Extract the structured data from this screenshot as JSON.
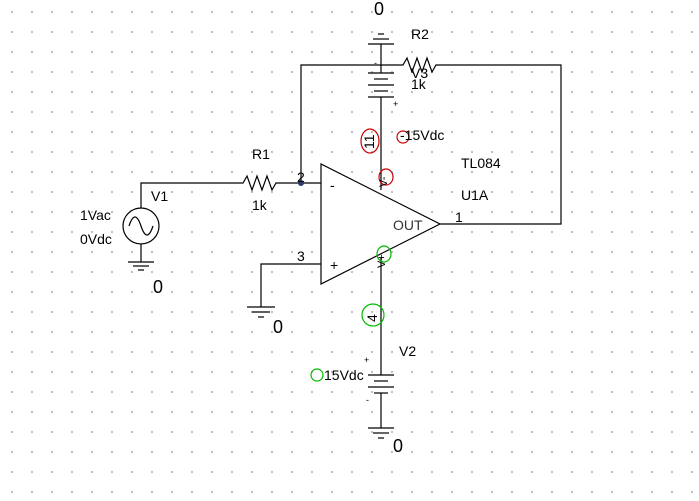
{
  "ground_label": "0",
  "r1": {
    "name": "R1",
    "value": "1k"
  },
  "r2": {
    "name": "R2",
    "value": "1k"
  },
  "v1": {
    "name": "V1",
    "ac": "1Vac",
    "dc": "0Vdc"
  },
  "v2": {
    "name": "V2",
    "value": "15Vdc"
  },
  "v3": {
    "name": "V3",
    "value": "-15Vdc"
  },
  "opamp": {
    "part": "TL084",
    "ref": "U1A",
    "out_label": "OUT",
    "inv_symbol": "-",
    "noninv_symbol": "+",
    "vminus_label": "V-",
    "vplus_label": "V+"
  },
  "pins": {
    "inv": "2",
    "noninv": "3",
    "out": "1",
    "v_minus": "11",
    "v_plus": "4"
  },
  "polarity": {
    "plus": "+",
    "minus": "-"
  },
  "colors": {
    "wire": "#000000",
    "grid_dot": "#b4b4b4",
    "marker_red": "#cc0000",
    "marker_green": "#00bb00"
  }
}
